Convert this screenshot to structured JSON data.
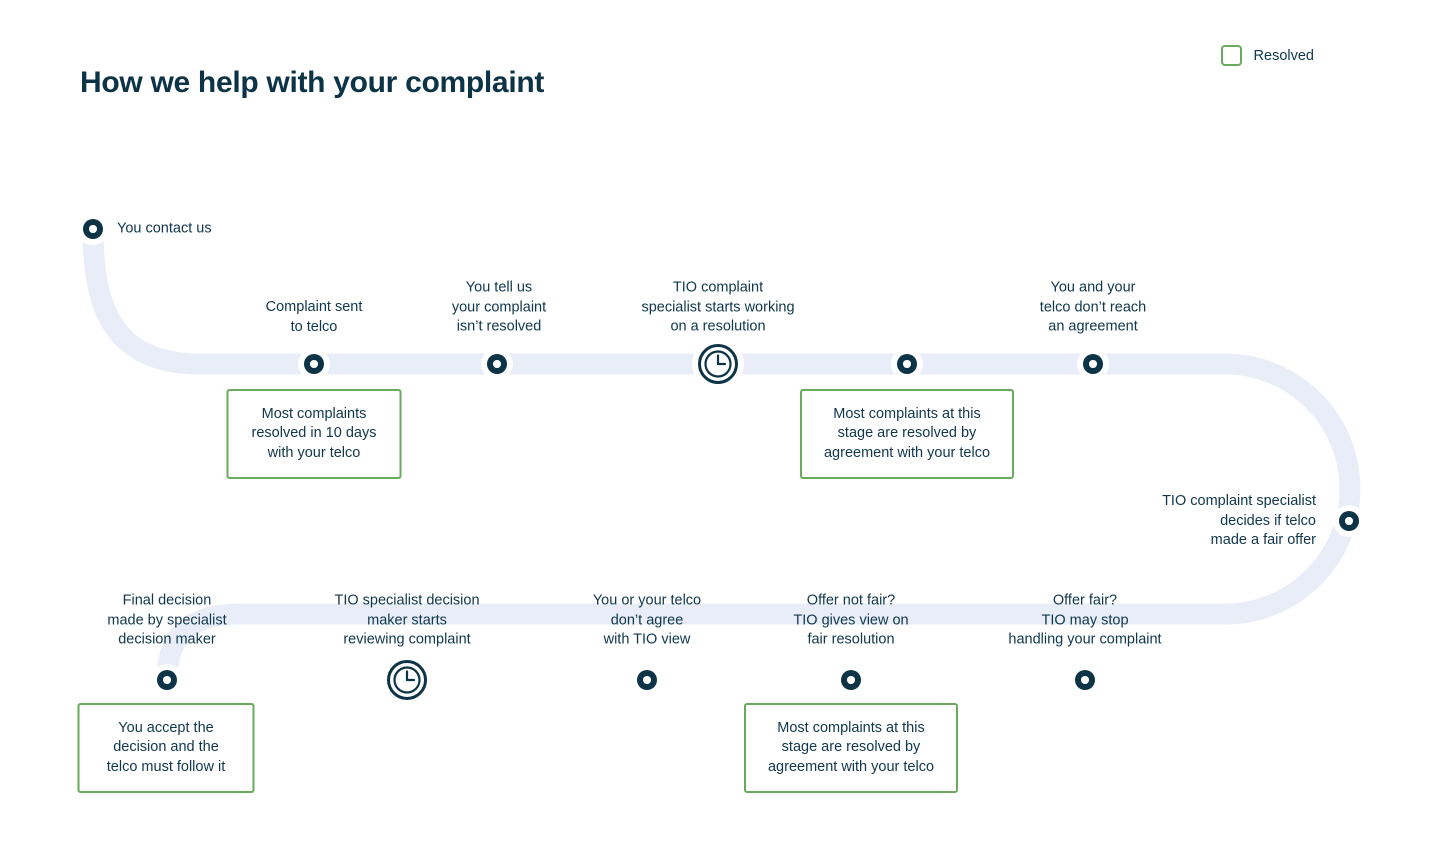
{
  "page": {
    "title": "How we help with your complaint",
    "background_color": "#ffffff",
    "text_color": "#10374b",
    "track_color": "#e8edf7",
    "node_color": "#0d3347",
    "accent_green": "#6aaa5f"
  },
  "legend": {
    "icon": "resolved-square-icon",
    "label": "Resolved",
    "swatch_color": "#6aaa5f"
  },
  "flow": {
    "start": {
      "id": "start-node",
      "icon": "dot-node-icon",
      "label": "You contact us"
    },
    "top_row": [
      {
        "id": "complaint-sent",
        "icon": "dot-node-icon",
        "label": "Complaint sent\nto telco"
      },
      {
        "id": "not-resolved",
        "icon": "dot-node-icon",
        "label": "You tell us\nyour complaint\nisn’t resolved"
      },
      {
        "id": "specialist-working",
        "icon": "clock-node-icon",
        "label": "TIO complaint\nspecialist starts working\non a resolution"
      },
      {
        "id": "stage-resolved-top",
        "icon": "dot-node-icon",
        "label": ""
      },
      {
        "id": "no-agreement",
        "icon": "dot-node-icon",
        "label": "You and your\ntelco don’t reach\nan agreement"
      }
    ],
    "turn": {
      "id": "fair-offer-decision",
      "icon": "dot-node-icon",
      "label": "TIO complaint specialist\ndecides if telco\nmade a fair offer"
    },
    "bottom_row": [
      {
        "id": "final-decision",
        "icon": "dot-node-icon",
        "label": "Final decision\nmade by specialist\ndecision maker"
      },
      {
        "id": "decision-maker-reviewing",
        "icon": "clock-node-icon",
        "label": "TIO specialist decision\nmaker starts\nreviewing complaint"
      },
      {
        "id": "dont-agree",
        "icon": "dot-node-icon",
        "label": "You or your telco\ndon’t agree\nwith TIO view"
      },
      {
        "id": "offer-not-fair",
        "icon": "dot-node-icon",
        "label": "Offer not fair?\nTIO gives view on\nfair resolution"
      },
      {
        "id": "offer-fair",
        "icon": "dot-node-icon",
        "label": "Offer fair?\nTIO may stop\nhandling your complaint"
      }
    ]
  },
  "callouts": [
    {
      "id": "callout-ten-days",
      "text": "Most complaints\nresolved in 10 days\nwith your telco"
    },
    {
      "id": "callout-agreement-top",
      "text": "Most complaints at this\nstage are resolved by\nagreement with your telco"
    },
    {
      "id": "callout-accept-decision",
      "text": "You accept the\ndecision and the\ntelco must follow it"
    },
    {
      "id": "callout-agreement-bottom",
      "text": "Most complaints at this\nstage are resolved by\nagreement with your telco"
    }
  ]
}
